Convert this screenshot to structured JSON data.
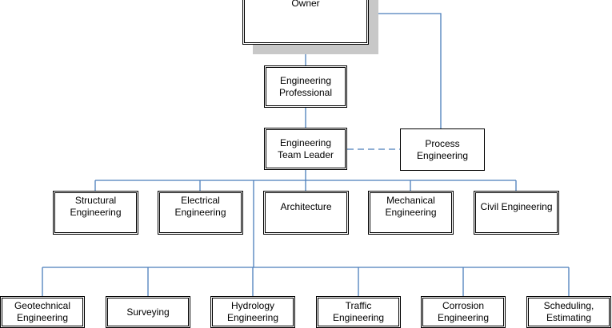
{
  "chart": {
    "owner": "Owner",
    "engineering_professional": "Engineering\nProfessional",
    "engineering_team_leader": "Engineering\nTeam Leader",
    "process_engineering": "Process\nEngineering",
    "departments": [
      "Structural\nEngineering",
      "Electrical\nEngineering",
      "Architecture",
      "Mechanical\nEngineering",
      "Civil Engineering"
    ],
    "specialties": [
      "Geotechnical\nEngineering",
      "Surveying",
      "Hydrology\nEngineering",
      "Traffic\nEngineering",
      "Corrosion\nEngineering",
      "Scheduling,\nEstimating"
    ]
  },
  "colors": {
    "connector": "#4a7ebb",
    "border": "#000000",
    "shadow": "#c8c8c8"
  }
}
